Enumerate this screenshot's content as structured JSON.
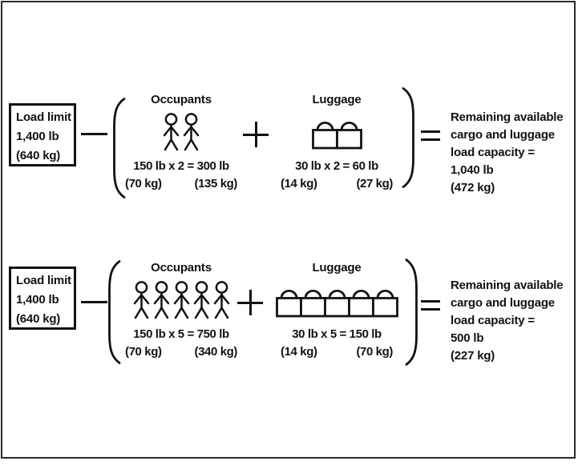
{
  "palette": {
    "ink": "#121212",
    "paper": "#ffffff"
  },
  "rows": [
    {
      "name": "scenario-two-occupants",
      "load_limit": {
        "lines": [
          "Load limit",
          "1,400 lb",
          "(640 kg)"
        ]
      },
      "occupants": {
        "label": "Occupants",
        "count": 2,
        "equation": "150 lb x 2 = 300 lb",
        "unit_kg": "(70 kg)",
        "total_kg": "(135 kg)"
      },
      "luggage": {
        "label": "Luggage",
        "count": 2,
        "equation": "30 lb x 2 = 60 lb",
        "unit_kg": "(14 kg)",
        "total_kg": "(27 kg)"
      },
      "result": {
        "lines": [
          "Remaining available",
          "cargo and luggage",
          "load capacity =",
          "1,040 lb",
          "(472 kg)"
        ]
      }
    },
    {
      "name": "scenario-five-occupants",
      "load_limit": {
        "lines": [
          "Load limit",
          "1,400 lb",
          "(640 kg)"
        ]
      },
      "occupants": {
        "label": "Occupants",
        "count": 5,
        "equation": "150 lb x 5 = 750 lb",
        "unit_kg": "(70 kg)",
        "total_kg": "(340 kg)"
      },
      "luggage": {
        "label": "Luggage",
        "count": 5,
        "equation": "30 lb x 5 = 150 lb",
        "unit_kg": "(14 kg)",
        "total_kg": "(70 kg)"
      },
      "result": {
        "lines": [
          "Remaining available",
          "cargo and luggage",
          "load capacity =",
          "500 lb",
          "(227 kg)"
        ]
      }
    }
  ]
}
